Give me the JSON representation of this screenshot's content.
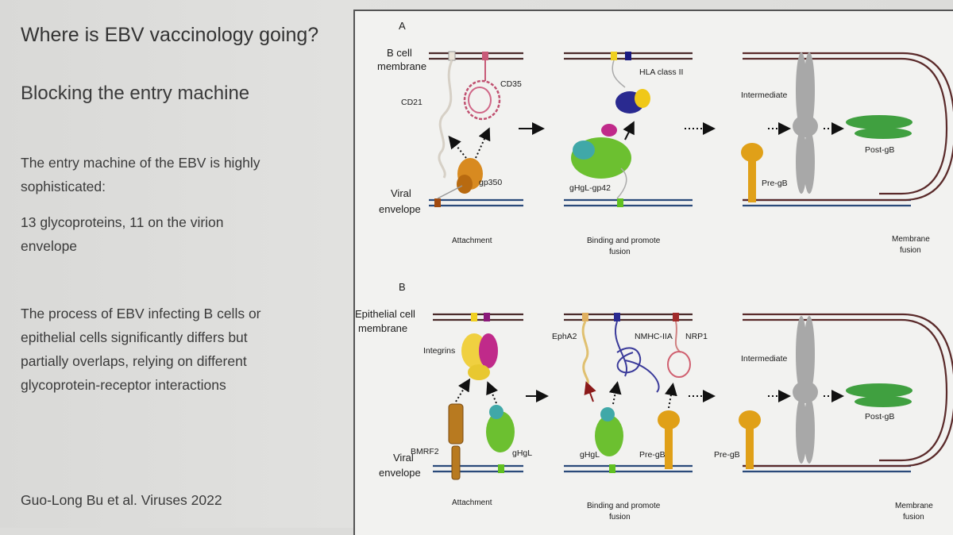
{
  "slide": {
    "title": "Where is EBV vaccinology going?",
    "subtitle": "Blocking the entry machine",
    "paragraph1": [
      "The entry machine of the EBV is highly",
      "sophisticated:"
    ],
    "paragraph2": [
      "13 glycoproteins, 11 on the virion",
      "envelope"
    ],
    "paragraph3": [
      "The process of EBV infecting B cells or",
      "epithelial cells significantly differs but",
      "partially overlaps, relying on different",
      "glycoprotein-receptor interactions"
    ],
    "citation": "Guo-Long Bu et al. Viruses 2022"
  },
  "figure": {
    "panelA": {
      "letter": "A",
      "top_membrane": [
        "B cell",
        "membrane"
      ],
      "bottom_membrane": [
        "Viral",
        "envelope"
      ],
      "labels": {
        "cd21": "CD21",
        "cd35": "CD35",
        "gp350": "gp350",
        "hla": "HLA class II",
        "gp42": "gHgL-gp42",
        "intermediate": "Intermediate",
        "pregb": "Pre-gB",
        "postgb": "Post-gB"
      },
      "captions": {
        "attachment": "Attachment",
        "binding": [
          "Binding and promote",
          "fusion"
        ],
        "membrane_fusion": [
          "Membrane",
          "fusion"
        ]
      }
    },
    "panelB": {
      "letter": "B",
      "top_membrane": [
        "Epithelial cell",
        "membrane"
      ],
      "bottom_membrane": [
        "Viral",
        "envelope"
      ],
      "labels": {
        "integrins": "Integrins",
        "bmrf2": "BMRF2",
        "ghgl_left": "gHgL",
        "epha2": "EphA2",
        "nmhc": "NMHC-IIA",
        "nrp1": "NRP1",
        "ghgl_mid": "gHgL",
        "pregb_mid": "Pre-gB",
        "pregb_right": "Pre-gB",
        "intermediate": "Intermediate",
        "postgb": "Post-gB"
      },
      "captions": {
        "attachment": "Attachment",
        "binding": [
          "Binding and promote",
          "fusion"
        ],
        "membrane_fusion": [
          "Membrane",
          "fusion"
        ]
      }
    }
  }
}
